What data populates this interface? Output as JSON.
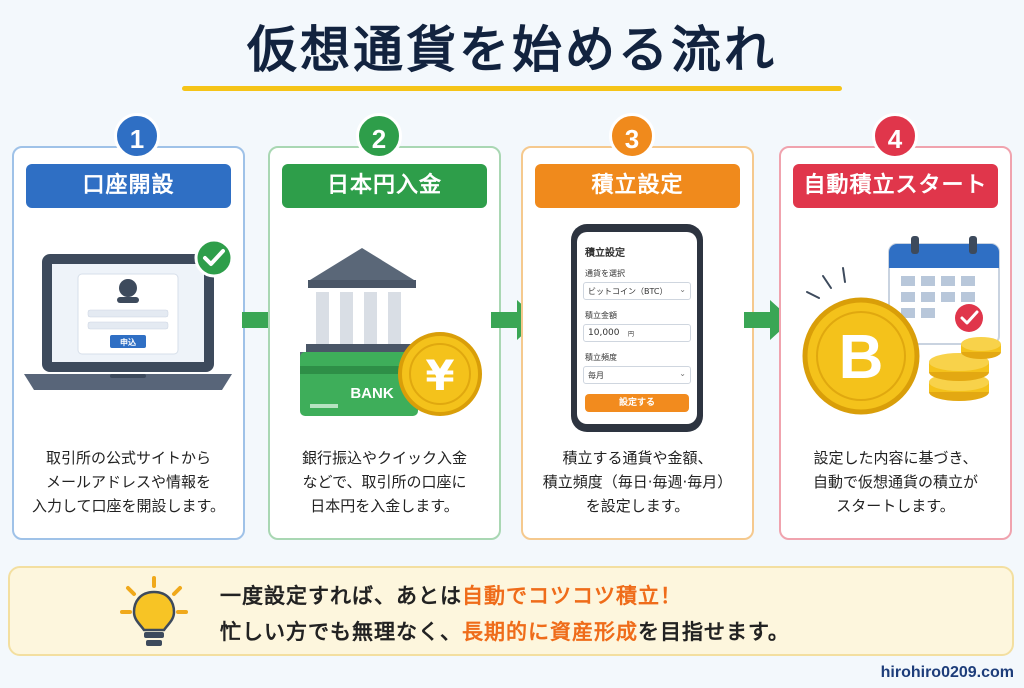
{
  "title": "仮想通貨を始める流れ",
  "steps": [
    {
      "number": "1",
      "title": "口座開設",
      "lines": [
        "取引所の公式サイトから",
        "メールアドレスや情報を",
        "入力して口座を開設します。"
      ],
      "button": "申込"
    },
    {
      "number": "2",
      "title": "日本円入金",
      "lines": [
        "銀行振込やクイック入金",
        "などで、取引所の口座に",
        "日本円を入金します。"
      ],
      "card_label": "BANK",
      "coin_symbol": "¥"
    },
    {
      "number": "3",
      "title": "積立設定",
      "lines": [
        "積立する通貨や金額、",
        "積立頻度（毎日·毎週·毎月）",
        "を設定します。"
      ],
      "phone": {
        "title": "積立設定",
        "currency_label": "通貨を選択",
        "currency_value": "ビットコイン（BTC）",
        "amount_label": "積立金額",
        "amount_value": "10,000",
        "amount_unit": "円",
        "freq_label": "積立頻度",
        "freq_value": "毎月",
        "submit": "設定する"
      }
    },
    {
      "number": "4",
      "title": "自動積立スタート",
      "lines": [
        "設定した内容に基づき、",
        "自動で仮想通貨の積立が",
        "スタートします。"
      ],
      "coin_symbol": "B"
    }
  ],
  "tip": {
    "line1_a": "一度設定すれば、あとは",
    "line1_hl": "自動でコツコツ積立！",
    "line2_a": "忙しい方でも無理なく、",
    "line2_hl": "長期的に資産形成",
    "line2_b": "を目指せます。"
  },
  "site": "hirohiro0209.com",
  "colors": {
    "blue": "#2f6fc4",
    "green": "#2e9e4a",
    "orange": "#f08a1c",
    "red": "#e0364b",
    "highlight": "#ef6c1a"
  }
}
